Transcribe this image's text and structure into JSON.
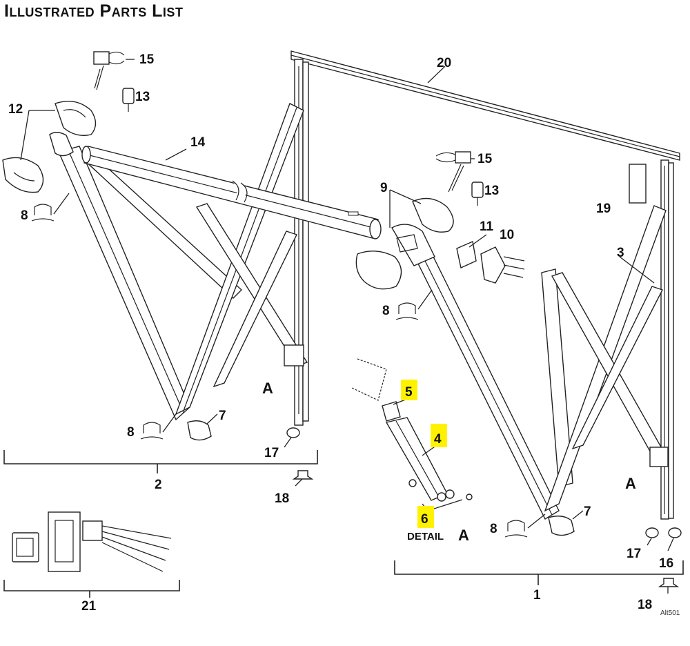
{
  "title": "Illustrated Parts List",
  "accent_color": "#fff200",
  "callouts": {
    "c1": "1",
    "c2": "2",
    "c3": "3",
    "c4": "4",
    "c5": "5",
    "c6": "6",
    "c7a": "7",
    "c7b": "7",
    "c8a": "8",
    "c8b": "8",
    "c8c": "8",
    "c8d": "8",
    "c9": "9",
    "c10": "10",
    "c11": "11",
    "c12": "12",
    "c13a": "13",
    "c13b": "13",
    "c14": "14",
    "c15a": "15",
    "c15b": "15",
    "c16": "16",
    "c17a": "17",
    "c17b": "17",
    "c18a": "18",
    "c18b": "18",
    "c19": "19",
    "c20": "20",
    "c21": "21"
  },
  "detail": {
    "a_left": "A",
    "a_right": "A",
    "detail_word": "DETAIL",
    "detail_letter": "A"
  },
  "figure_id": "Alt501"
}
